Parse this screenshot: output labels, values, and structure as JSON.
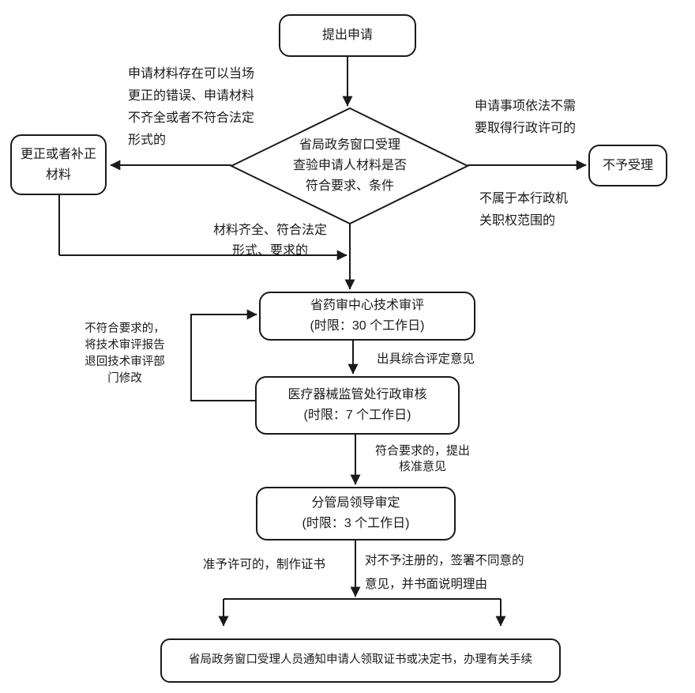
{
  "canvas": {
    "background": "#ffffff",
    "line_color": "#1a1a1a",
    "text_color": "#1a1a1a"
  },
  "nodes": {
    "start": {
      "label": "提出申请"
    },
    "decision": {
      "line1": "省局政务窗口受理",
      "line2": "查验申请人材料是否",
      "line3": "符合要求、条件"
    },
    "correct": {
      "line1": "更正或者补正",
      "line2": "材料"
    },
    "reject": {
      "label": "不予受理"
    },
    "review": {
      "line1": "省药审中心技术审评",
      "line2": "(时限：30 个工作日)"
    },
    "admin_review": {
      "line1": "医疗器械监管处行政审核",
      "line2": "(时限：7 个工作日)"
    },
    "leader": {
      "line1": "分管局领导审定",
      "line2": "(时限：3 个工作日)"
    },
    "final": {
      "label": "省局政务窗口受理人员通知申请人领取证书或决定书，办理有关手续"
    }
  },
  "annotations": {
    "correctable_errors": {
      "line1": "申请材料存在可以当场",
      "line2": "更正的错误、申请材料",
      "line3": "不齐全或者不符合法定",
      "line4": "形式的"
    },
    "no_permit_needed": {
      "line1": "申请事项依法不需",
      "line2": "要取得行政许可的"
    },
    "not_jurisdiction": {
      "line1": "不属于本行政机",
      "line2": "关职权范围的"
    },
    "materials_complete": {
      "line1": "材料齐全、符合法定",
      "line2": "形式、要求的"
    },
    "return_revision": {
      "line1": "不符合要求的，",
      "line2": "将技术审评报告",
      "line3": "退回技术审评部",
      "line4": "门修改"
    },
    "evaluation_opinion": {
      "label": "出具综合评定意见"
    },
    "approval_opinion": {
      "line1": "符合要求的，提出",
      "line2": "核准意见"
    },
    "grant_certificate": {
      "label": "准予许可的，制作证书"
    },
    "deny_registration": {
      "line1": "对不予注册的，签署不同意的",
      "line2": "意见，并书面说明理由"
    }
  }
}
